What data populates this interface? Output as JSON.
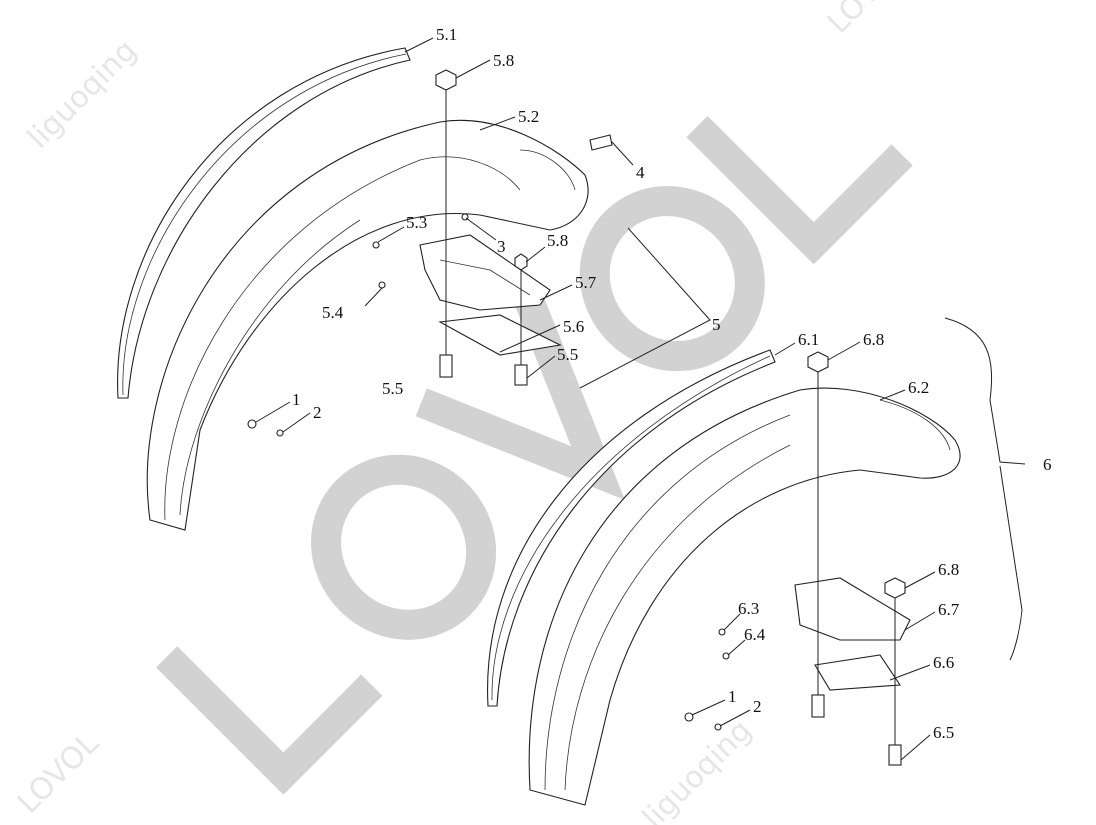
{
  "watermarks": {
    "main": "LOVOL",
    "user_a": "liguoqing",
    "user_b": "liguoqing",
    "corner_a": "LOVOL",
    "corner_b": "LOVOL"
  },
  "labels": {
    "l5_1": "5.1",
    "l5_8a": "5.8",
    "l5_2": "5.2",
    "l4": "4",
    "l3": "3",
    "l5_8b": "5.8",
    "l5_3": "5.3",
    "l5_7": "5.7",
    "l5_4": "5.4",
    "l5": "5",
    "l5_6": "5.6",
    "l5_5a": "5.5",
    "l5_5b": "5.5",
    "l1a": "1",
    "l2a": "2",
    "l6_1": "6.1",
    "l6_8a": "6.8",
    "l6_2": "6.2",
    "l6": "6",
    "l6_8b": "6.8",
    "l6_7": "6.7",
    "l6_3": "6.3",
    "l6_4": "6.4",
    "l6_6": "6.6",
    "l1b": "1",
    "l2b": "2",
    "l6_5": "6.5"
  }
}
